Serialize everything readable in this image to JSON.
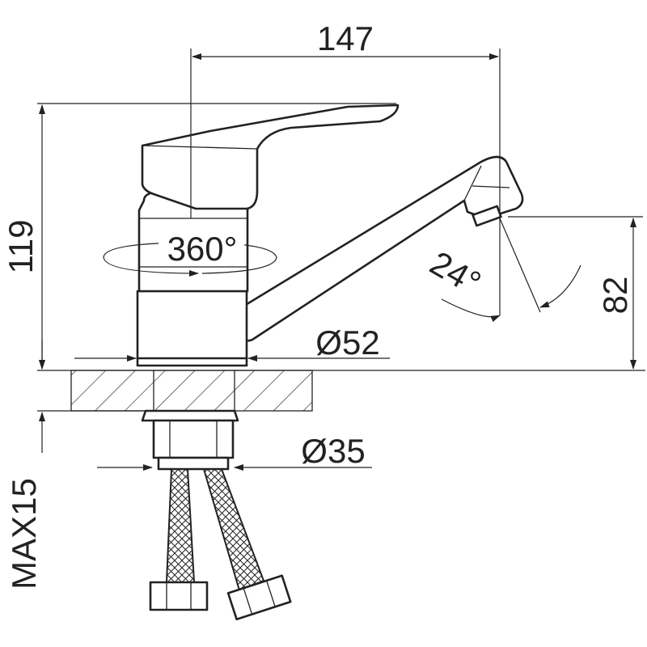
{
  "dimensions": {
    "width": "147",
    "height_total": "119",
    "spout_height": "82",
    "base_diameter": "Ø52",
    "thread_diameter": "Ø35",
    "max_thickness": "MAX15",
    "rotation": "360°",
    "spout_angle": "24°"
  },
  "colors": {
    "line": "#222222",
    "background": "#ffffff"
  }
}
